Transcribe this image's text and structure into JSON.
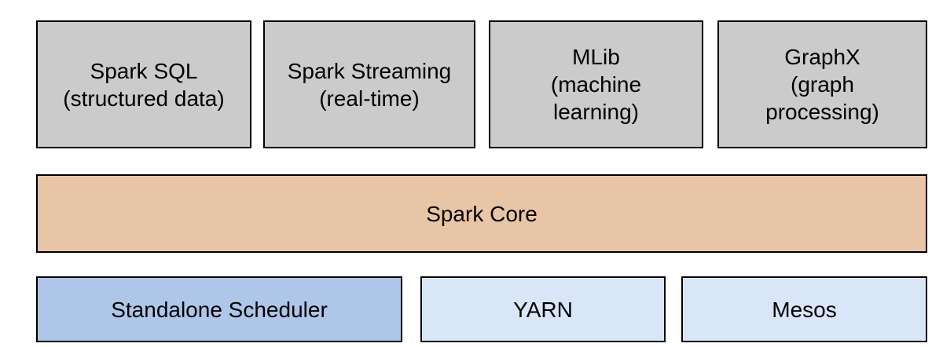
{
  "diagram": {
    "name": "spark-stack-diagram",
    "layers": {
      "components": {
        "items": [
          {
            "name": "spark-sql",
            "label": "Spark SQL\n(structured data)"
          },
          {
            "name": "spark-streaming",
            "label": "Spark Streaming\n(real-time)"
          },
          {
            "name": "mlib",
            "label": "MLib\n(machine\nlearning)"
          },
          {
            "name": "graphx",
            "label": "GraphX\n(graph\nprocessing)"
          }
        ]
      },
      "core": {
        "label": "Spark Core"
      },
      "cluster_managers": {
        "items": [
          {
            "name": "standalone-scheduler",
            "label": "Standalone Scheduler"
          },
          {
            "name": "yarn",
            "label": "YARN"
          },
          {
            "name": "mesos",
            "label": "Mesos"
          }
        ]
      }
    },
    "colors": {
      "component_fill": "#cbcbcb",
      "core_fill": "#e9c5a8",
      "standalone_fill": "#aec6e8",
      "resource_manager_fill": "#d9e6f8",
      "border": "#000000",
      "text": "#000000",
      "background": "#ffffff"
    }
  }
}
